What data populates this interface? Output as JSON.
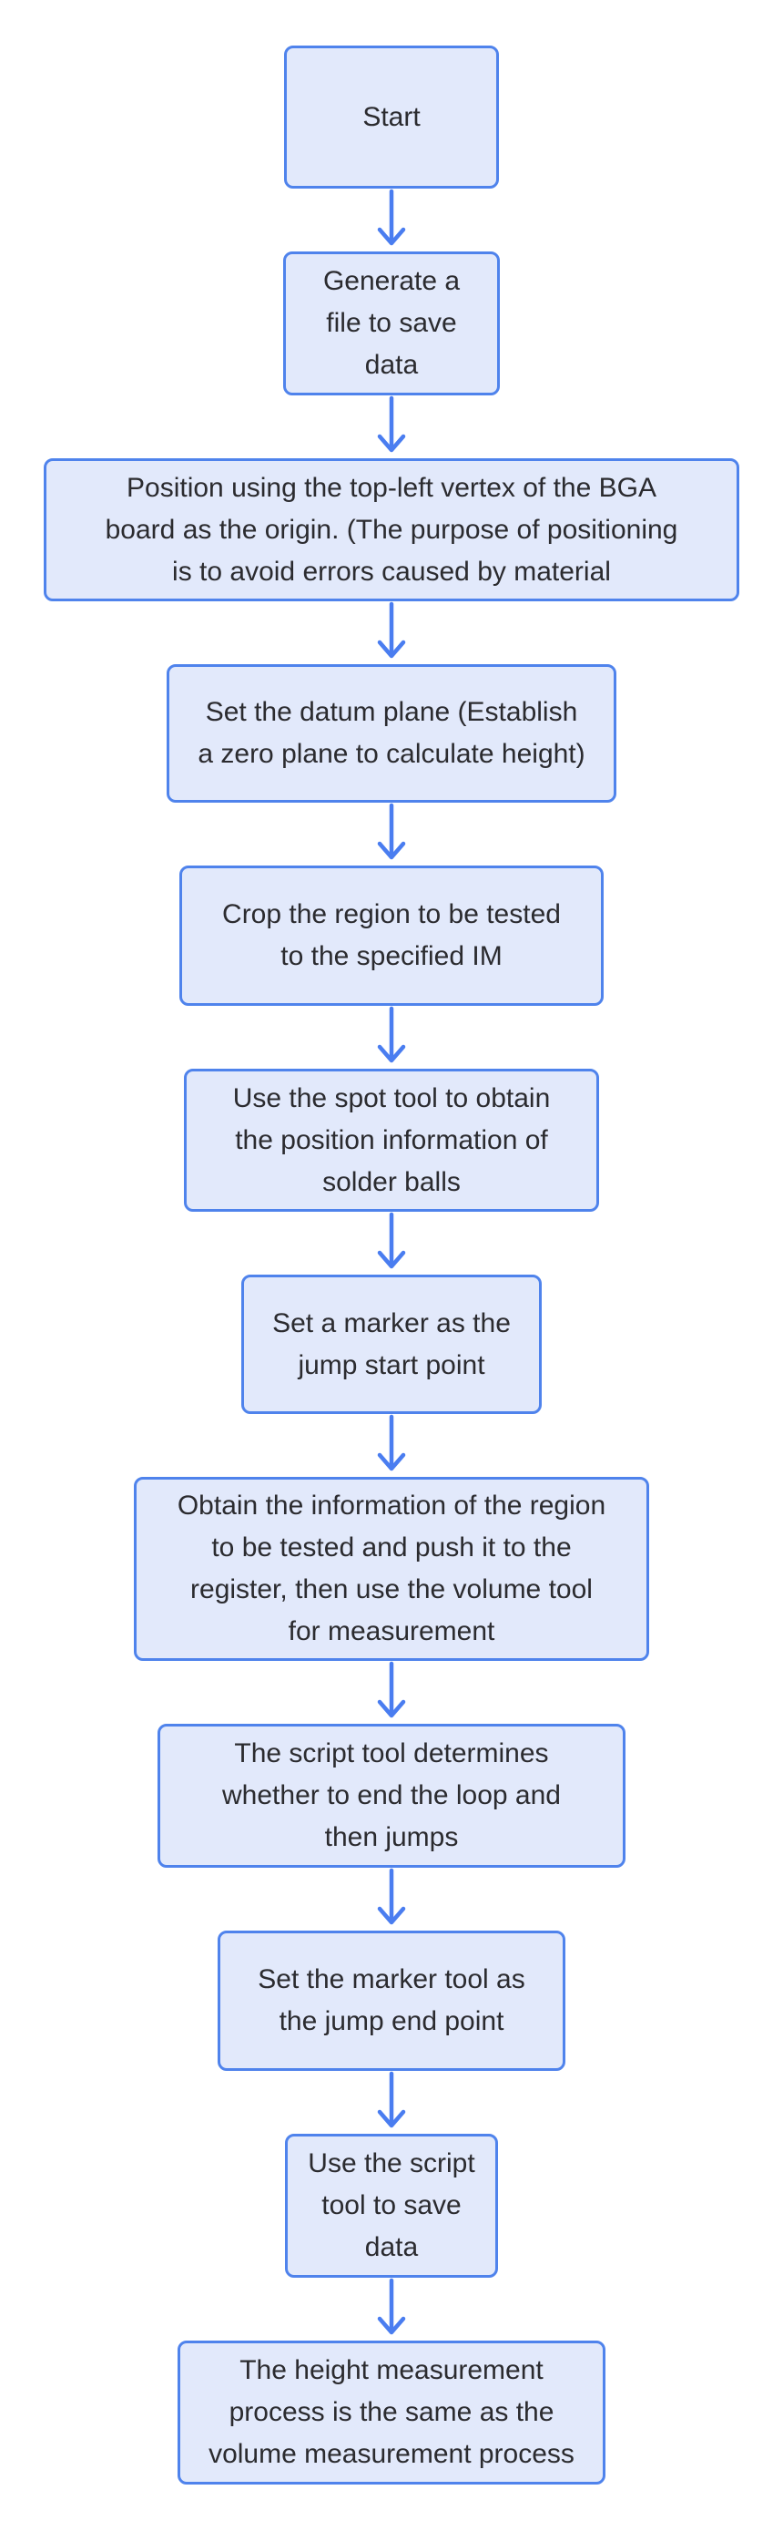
{
  "diagram": {
    "type": "flowchart",
    "direction": "top-down",
    "colors": {
      "node_fill": "#e2e9fb",
      "node_border": "#4f83ec",
      "arrow": "#4a7df0",
      "text": "#2b2b2f",
      "background": "#ffffff"
    },
    "nodes": [
      {
        "id": "start",
        "text": "Start"
      },
      {
        "id": "generate-file",
        "text": "Generate a\nfile to save\ndata"
      },
      {
        "id": "position-origin",
        "text": "Position using the top-left vertex of the BGA\nboard as the origin. (The purpose of positioning\nis to avoid errors caused by material"
      },
      {
        "id": "set-datum-plane",
        "text": "Set the datum plane (Establish\na zero plane to calculate height)"
      },
      {
        "id": "crop-region",
        "text": "Crop the region to be tested\nto the specified IM"
      },
      {
        "id": "spot-tool",
        "text": "Use the spot tool to obtain\nthe position information of\nsolder balls"
      },
      {
        "id": "marker-jump-start",
        "text": "Set a marker as the\njump start point"
      },
      {
        "id": "volume-measurement",
        "text": "Obtain the information of the region\nto be tested and push it to the\nregister, then use the volume tool\nfor measurement"
      },
      {
        "id": "script-loop-check",
        "text": "The script tool determines\nwhether to end the loop and\nthen jumps"
      },
      {
        "id": "marker-jump-end",
        "text": "Set the marker tool as\nthe jump end point"
      },
      {
        "id": "script-save-data",
        "text": "Use the script\ntool to save\ndata"
      },
      {
        "id": "height-note",
        "text": "The height measurement\nprocess is the same as the\nvolume measurement process"
      }
    ],
    "edges": [
      {
        "from": "start",
        "to": "generate-file"
      },
      {
        "from": "generate-file",
        "to": "position-origin"
      },
      {
        "from": "position-origin",
        "to": "set-datum-plane"
      },
      {
        "from": "set-datum-plane",
        "to": "crop-region"
      },
      {
        "from": "crop-region",
        "to": "spot-tool"
      },
      {
        "from": "spot-tool",
        "to": "marker-jump-start"
      },
      {
        "from": "marker-jump-start",
        "to": "volume-measurement"
      },
      {
        "from": "volume-measurement",
        "to": "script-loop-check"
      },
      {
        "from": "script-loop-check",
        "to": "marker-jump-end"
      },
      {
        "from": "marker-jump-end",
        "to": "script-save-data"
      },
      {
        "from": "script-save-data",
        "to": "height-note"
      }
    ]
  }
}
